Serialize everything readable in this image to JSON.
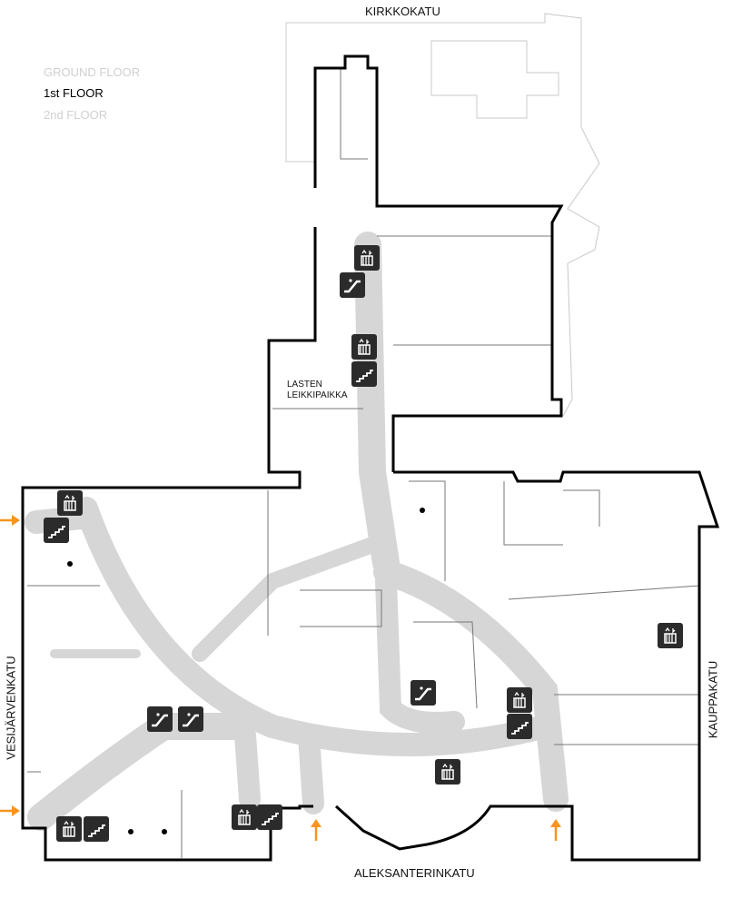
{
  "floors": [
    {
      "label": "GROUND FLOOR",
      "active": false
    },
    {
      "label": "1st FLOOR",
      "active": true
    },
    {
      "label": "2nd FLOOR",
      "active": false
    }
  ],
  "streets": {
    "north": "KIRKKOKATU",
    "west": "VESIJÄRVENKATU",
    "east": "KAUPPAKATU",
    "south": "ALEKSANTERINKATU"
  },
  "areas": {
    "playground_line1": "LASTEN",
    "playground_line2": "LEIKKIPAIKKA"
  },
  "colors": {
    "corridor": "#d6d6d6",
    "wall": "#000000",
    "icon_bg": "#2b2b2b",
    "entrance_arrow": "#f7931e",
    "inactive_floor": "#d0d0d0"
  }
}
